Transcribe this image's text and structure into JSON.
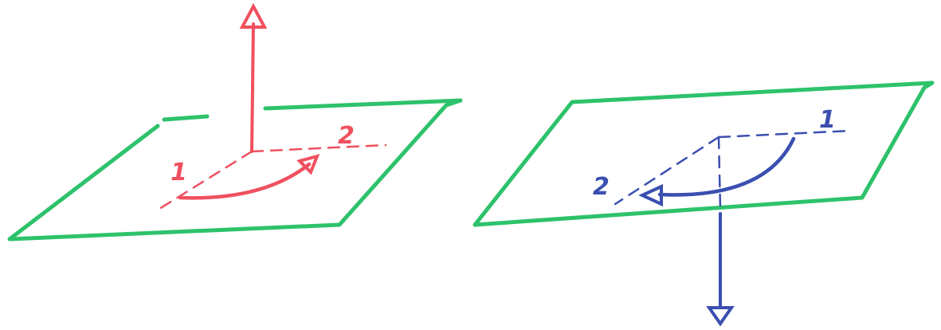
{
  "colors": {
    "plane": "#2dc26b",
    "left_drawing": "#f0505f",
    "right_drawing": "#3a4fb0"
  },
  "left_figure": {
    "label_first": "1",
    "label_second": "2",
    "normal_direction": "up"
  },
  "right_figure": {
    "label_first": "1",
    "label_second": "2",
    "normal_direction": "down"
  }
}
